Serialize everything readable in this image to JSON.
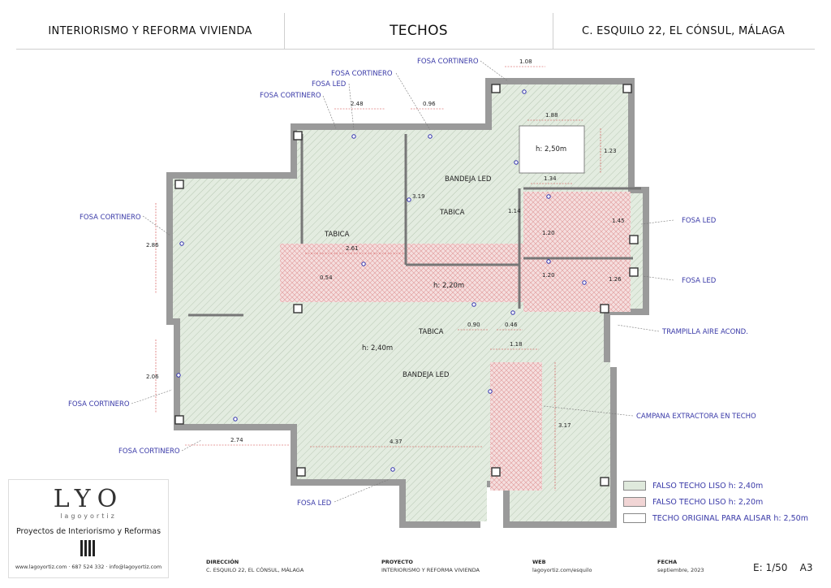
{
  "header": {
    "left_title": "INTERIORISMO Y REFORMA VIVIENDA",
    "center_title": "TECHOS",
    "right_title": "C. ESQUILO 22, EL CÓNSUL, MÁLAGA"
  },
  "labels": {
    "fosa_cortinero_top": "FOSA CORTINERO",
    "fosa_cortinero_a": "FOSA CORTINERO",
    "fosa_led_top": "FOSA LED",
    "fosa_cortinero_b": "FOSA CORTINERO",
    "fosa_cortinero_left1": "FOSA CORTINERO",
    "fosa_cortinero_left2": "FOSA CORTINERO",
    "fosa_cortinero_left3": "FOSA CORTINERO",
    "fosa_led_right1": "FOSA LED",
    "fosa_led_right2": "FOSA LED",
    "trampilla": "TRAMPILLA AIRE ACOND.",
    "campana": "CAMPANA EXTRACTORA EN TECHO",
    "fosa_led_bottom": "FOSA LED",
    "bandeja_led_top": "BANDEJA LED",
    "bandeja_led_bottom": "BANDEJA LED",
    "tabica1": "TABICA",
    "tabica2": "TABICA",
    "tabica3": "TABICA",
    "h250": "h: 2,50m",
    "h220": "h: 2,20m",
    "h240": "h: 2,40m"
  },
  "dimensions": {
    "d108": "1.08",
    "d248": "2.48",
    "d096": "0.96",
    "d188": "1.88",
    "d123": "1.23",
    "d134": "1.34",
    "d319": "3.19",
    "d114": "1.14",
    "d120a": "1.20",
    "d145": "1.45",
    "d120b": "1.20",
    "d126": "1.26",
    "d261": "2.61",
    "d054": "0.54",
    "d286": "2.86",
    "d090": "0.90",
    "d046": "0.46",
    "d118": "1.18",
    "d206": "2.06",
    "d274": "2.74",
    "d437": "4.37",
    "d317": "3.17"
  },
  "legend": [
    {
      "label": "FALSO TECHO LISO h: 2,40m",
      "color": "#dfe9dc"
    },
    {
      "label": "FALSO TECHO LISO h: 2,20m",
      "color": "#f1d5d5"
    },
    {
      "label": "TECHO ORIGINAL PARA ALISAR h: 2,50m",
      "color": "#ffffff"
    }
  ],
  "logo": {
    "mark": "LYO",
    "name": "lagoyortiz",
    "tagline": "Proyectos de Interiorismo y Reformas",
    "footer": "www.lagoyortiz.com · 687 524 332 · info@lagoyortiz.com"
  },
  "titleblock": {
    "direccion_t": "DIRECCIÓN",
    "direccion_v": "C. ESQUILO 22, EL CÓNSUL, MÁLAGA",
    "proyecto_t": "PROYECTO",
    "proyecto_v": "INTERIORISMO Y REFORMA VIVIENDA",
    "web_t": "WEB",
    "web_v": "lagoyortiz.com/esquilo",
    "fecha_t": "FECHA",
    "fecha_v": "septiembre, 2023",
    "escala": "E: 1/50",
    "formato": "A3"
  },
  "colors": {
    "green_ceiling": "#dfe9dc",
    "red_ceiling": "#f1d5d5",
    "wall": "#9a9a9a",
    "label_blue": "#3a3aa8",
    "dim_red": "#d04040"
  }
}
